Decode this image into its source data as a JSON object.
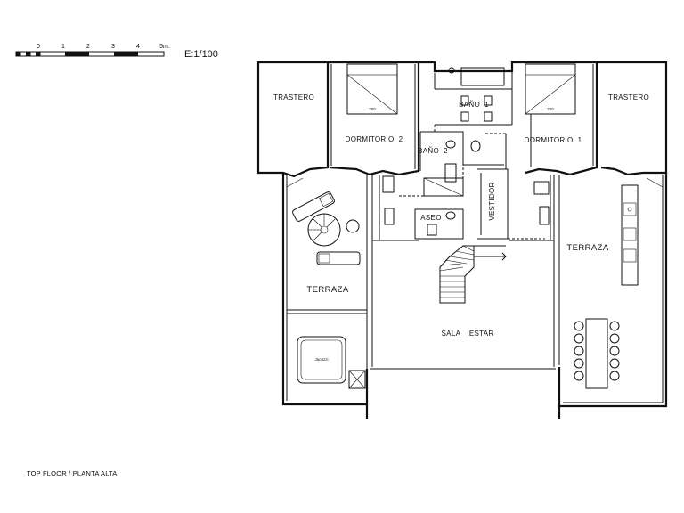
{
  "scale_bar": {
    "ticks": [
      "0",
      "1",
      "2",
      "3",
      "4",
      "5m."
    ],
    "ratio": "E:1/100"
  },
  "rooms": {
    "trastero_left": "TRASTERO",
    "trastero_right": "TRASTERO",
    "dormitorio_2": "DORMITORIO  2",
    "dormitorio_1": "DORMITORIO  1",
    "bano_1": "BAÑO  1",
    "bano_2": "BAÑO  2",
    "aseo": "ASEO",
    "vestidor": "VESTIDOR",
    "terraza_left": "TERRAZA",
    "terraza_right": "TERRAZA",
    "sala_estar": "SALA    ESTAR",
    "jacuzzi": "Jacuzzi",
    "bed_size_left": "200",
    "bed_size_right": "200"
  },
  "caption": "TOP FLOOR / PLANTA ALTA"
}
